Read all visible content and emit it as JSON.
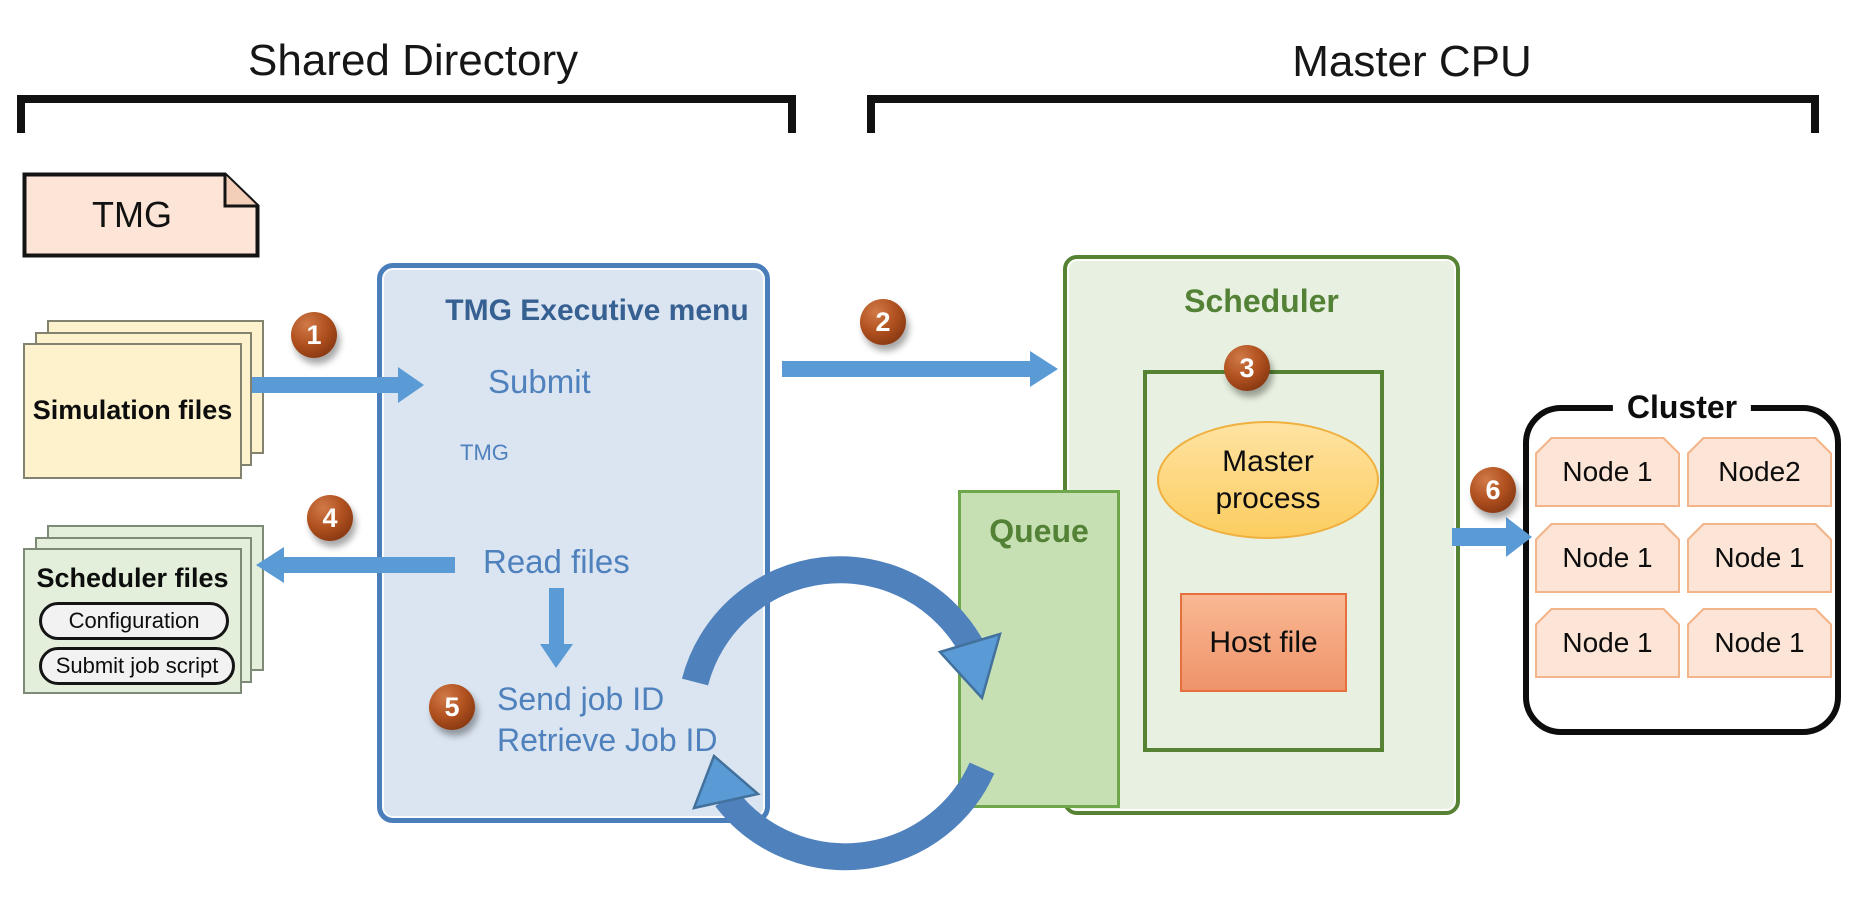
{
  "sections": {
    "shared_directory": "Shared Directory",
    "master_cpu": "Master CPU"
  },
  "tmg_file": {
    "label": "TMG"
  },
  "simulation_files": {
    "label": "Simulation files"
  },
  "scheduler_files": {
    "label": "Scheduler files",
    "configuration": "Configuration",
    "submit_job_script": "Submit job script"
  },
  "executive_menu": {
    "title": "TMG Executive menu",
    "submit": "Submit",
    "tmg": "TMG",
    "read_files": "Read files",
    "send_job_id": "Send job ID",
    "retrieve_job_id": "Retrieve Job ID"
  },
  "scheduler": {
    "title": "Scheduler",
    "queue": "Queue",
    "master_process": "Master process",
    "host_file": "Host file"
  },
  "cluster": {
    "title": "Cluster",
    "nodes": [
      "Node 1",
      "Node2",
      "Node 1",
      "Node 1",
      "Node 1",
      "Node 1"
    ]
  },
  "steps": [
    "1",
    "2",
    "3",
    "4",
    "5",
    "6"
  ],
  "colors": {
    "arrow_blue": "#5b9bd5",
    "arrow_dark_blue": "#4f81bd",
    "menu_fill": "#dbe5f1",
    "menu_border": "#4a7ebb",
    "menu_text": "#4f81bd",
    "green_fill": "#e8f1e1",
    "green_border": "#568233",
    "queue_fill": "#c6e0b3",
    "ellipse_fill": "#fccd60",
    "host_fill": "#f0936b",
    "node_fill": "#fce4d6",
    "badge_brown": "#a84a1e"
  }
}
